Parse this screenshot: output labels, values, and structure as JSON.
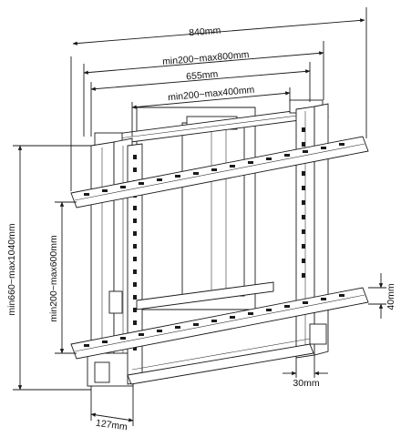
{
  "diagram": {
    "subject": "tv-wall-mount-bracket",
    "dimensions": {
      "overall_width": "840mm",
      "width_range_outer": "min200~max800mm",
      "inner_width": "655mm",
      "width_range_inner": "min200~max400mm",
      "height_range_outer": "min660~max1040mm",
      "height_range_inner": "min200~max600mm",
      "bar_height": "40mm",
      "rail_width": "30mm",
      "depth": "127mm"
    },
    "icons": {
      "mount_frame": "wall-mount-frame-drawing",
      "arrow": "arrowhead-shape"
    },
    "line_color": "#1a1a1a",
    "background": "#ffffff"
  }
}
